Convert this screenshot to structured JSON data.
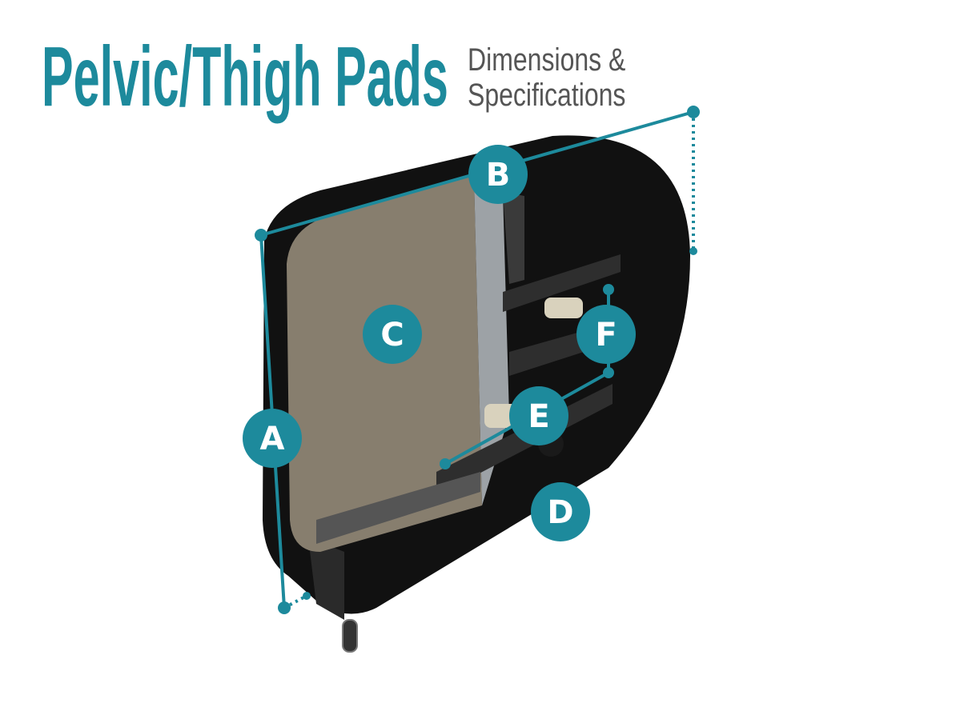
{
  "title": "Pelvic/Thigh Pads",
  "subtitle_line1": "Dimensions &",
  "subtitle_line2": "Specifications",
  "labels": {
    "a": "A",
    "b": "B",
    "c": "C",
    "d": "D",
    "e": "E",
    "f": "F"
  },
  "colors": {
    "accent": "#1d8a9c",
    "subtitle": "#555555",
    "pad": "#111111",
    "panel": "#877e6e"
  }
}
